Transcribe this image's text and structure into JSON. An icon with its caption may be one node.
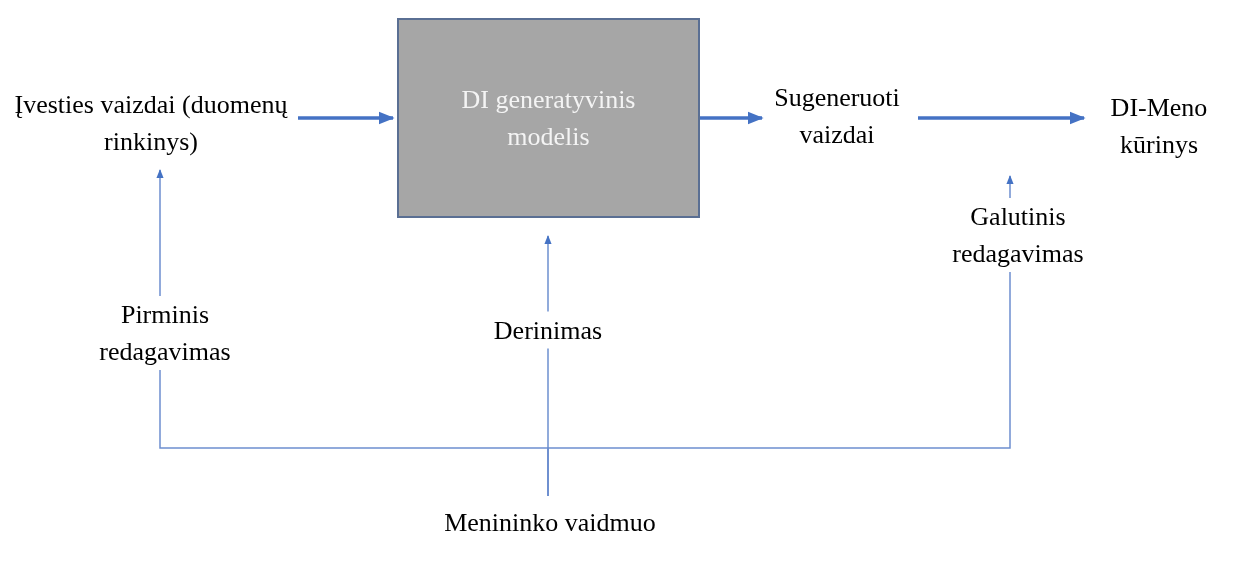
{
  "diagram": {
    "nodes": [
      {
        "text": [
          "Įvesties vaizdai (duomenų rinkinys)"
        ]
      },
      {
        "text": [
          "DI generatyvinis modelis"
        ]
      },
      {
        "text": [
          "Sugeneruoti vaizdai"
        ]
      },
      {
        "text": [
          "DI-Meno kūrinys"
        ]
      },
      {
        "text": [
          "Menininko vaidmuo"
        ]
      }
    ],
    "edges": [
      {
        "from": 0,
        "to": 1,
        "arrow": "to",
        "style": "thick"
      },
      {
        "from": 1,
        "to": 2,
        "arrow": "to",
        "style": "thick"
      },
      {
        "from": 2,
        "to": 3,
        "arrow": "to",
        "style": "thick"
      },
      {
        "from": 4,
        "to": 1,
        "arrow": "to",
        "label": "Derinimas"
      },
      {
        "from": 4,
        "to": 0,
        "arrow": "to",
        "label": "Pirminis redagavimas"
      },
      {
        "from": 4,
        "to": null,
        "arrow": "to",
        "label": "Galutinis redagavimas"
      }
    ]
  }
}
